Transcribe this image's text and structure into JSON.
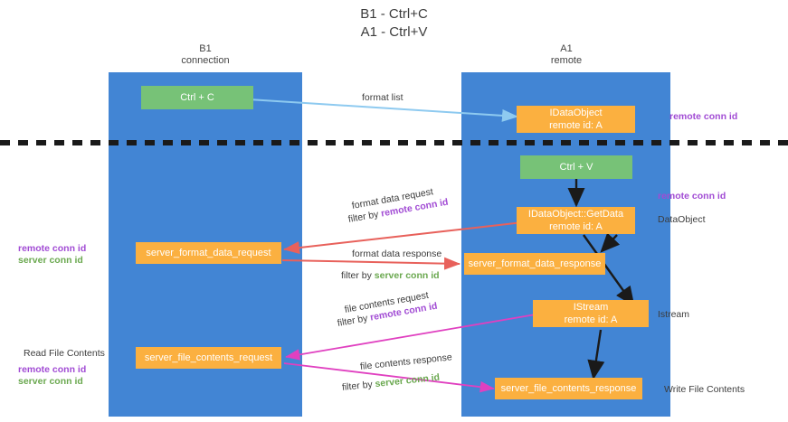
{
  "title": {
    "line1": "B1 - Ctrl+C",
    "line2": "A1 - Ctrl+V"
  },
  "columns": [
    {
      "name": "B1",
      "role": "connection"
    },
    {
      "name": "A1",
      "role": "remote"
    }
  ],
  "nodes": {
    "ctrl_c": {
      "label": "Ctrl + C"
    },
    "idataobject": {
      "label": "IDataObject",
      "sub": "remote id: A"
    },
    "ctrl_v": {
      "label": "Ctrl + V"
    },
    "getdata": {
      "label": "IDataObject::GetData",
      "sub": "remote id: A"
    },
    "server_format_data_request": {
      "label": "server_format_data_request"
    },
    "server_format_data_response": {
      "label": "server_format_data_response"
    },
    "istream": {
      "label": "IStream",
      "sub": "remote id: A"
    },
    "server_file_contents_request": {
      "label": "server_file_contents_request"
    },
    "server_file_contents_response": {
      "label": "server_file_contents_response"
    }
  },
  "edges": {
    "format_list": {
      "label": "format list"
    },
    "format_data_request": {
      "label": "format data request",
      "filter_prefix": "filter by ",
      "filter_key": "remote conn id"
    },
    "format_data_response": {
      "label": "format data response",
      "filter_prefix": "filter by ",
      "filter_key": "server conn id"
    },
    "file_contents_request": {
      "label": "file contents request",
      "filter_prefix": "filter by ",
      "filter_key": "remote conn id"
    },
    "file_contents_response": {
      "label": "file contents response",
      "filter_prefix": "filter by ",
      "filter_key": "server conn id"
    }
  },
  "annotations": {
    "right_remote_conn_id_top": "remote conn id",
    "right_remote_conn_id_mid": "remote conn id",
    "right_dataobject": "DataObject",
    "right_istream": "Istream",
    "right_write_file_contents": "Write File Contents",
    "left_read_file_contents": "Read File Contents",
    "left_remote_conn_id": "remote conn id",
    "left_server_conn_id": "server conn id",
    "legend_remote_conn_id": "remote conn id",
    "legend_server_conn_id": "server conn id"
  },
  "colors": {
    "lane": "#4285d4",
    "green_node": "#77c277",
    "orange_node": "#fbb040",
    "remote_conn_id": "#a14bd4",
    "server_conn_id": "#6aa84f",
    "arrow_red": "#e8615b",
    "arrow_magenta": "#e040c0",
    "arrow_blue": "#8ecaf0",
    "arrow_black": "#1a1a1a"
  }
}
